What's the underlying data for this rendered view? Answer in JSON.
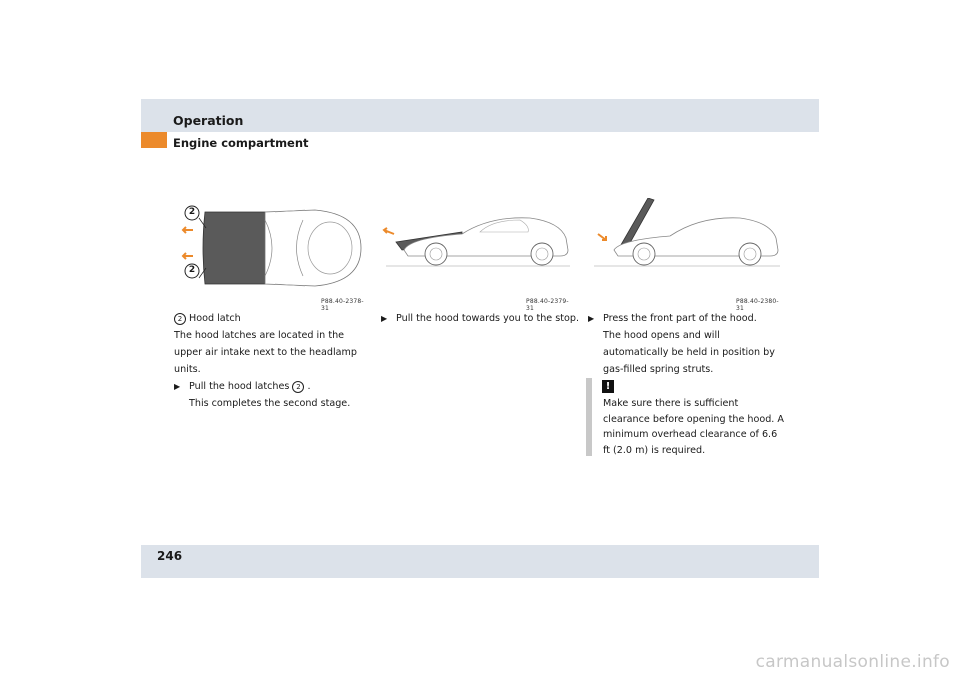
{
  "header": {
    "section": "Operation",
    "subsection": "Engine compartment"
  },
  "figures": [
    {
      "code": "P88.40-2378-31",
      "callout": "2"
    },
    {
      "code": "P88.40-2379-31"
    },
    {
      "code": "P88.40-2380-31"
    }
  ],
  "col1": {
    "legend_num": "2",
    "legend_text": "Hood latch",
    "para": "The hood latches are located in the upper air intake next to the headlamp units.",
    "step_pre": "Pull the hood latches ",
    "step_num": "2",
    "step_post": ".",
    "result": "This completes the second stage."
  },
  "col2": {
    "step": "Pull the hood towards you to the stop."
  },
  "col3": {
    "step": "Press the front part of the hood.",
    "result": "The hood opens and will automatically be held in position by gas-filled spring struts."
  },
  "warning": {
    "icon": "!",
    "text": "Make sure there is sufficient clearance before opening the hood. A minimum overhead clearance of 6.6 ft (2.0 m) is required."
  },
  "footer": {
    "page": "246"
  },
  "watermark": "carmanualsonline.info",
  "colors": {
    "header_band": "#dce2ea",
    "accent": "#ec8a2b",
    "warning_bar": "#c8c8c8"
  }
}
